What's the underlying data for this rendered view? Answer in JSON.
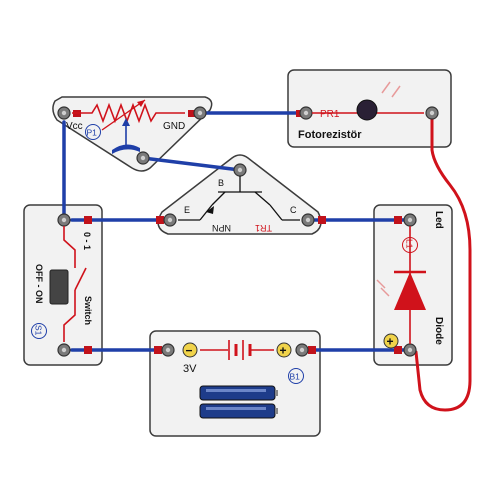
{
  "potentiometer": {
    "vcc_label": "Vcc",
    "gnd_label": "GND",
    "badge": "P1"
  },
  "photoresistor": {
    "ref_label": "PR1",
    "name_label": "Fotorezistör"
  },
  "transistor": {
    "base_label": "B",
    "emitter_label": "E",
    "collector_label": "C",
    "type_label": "NPN",
    "ref_label": "TR1"
  },
  "switch": {
    "positions_label": "0 - 1",
    "off_on_label": "OFF - ON",
    "name_label": "Switch",
    "badge": "S1"
  },
  "led_diode": {
    "led_label": "Led",
    "badge": "L1",
    "diode_label": "Diode",
    "plus_symbol": "+"
  },
  "battery": {
    "voltage_label": "3V",
    "badge": "B1",
    "minus_symbol": "−",
    "plus_symbol": "+"
  },
  "colors": {
    "wire_blue": "#1f3fa8",
    "wire_red": "#d0121b",
    "module_fill": "#f2f2f2",
    "module_stroke": "#3c3c3c"
  }
}
